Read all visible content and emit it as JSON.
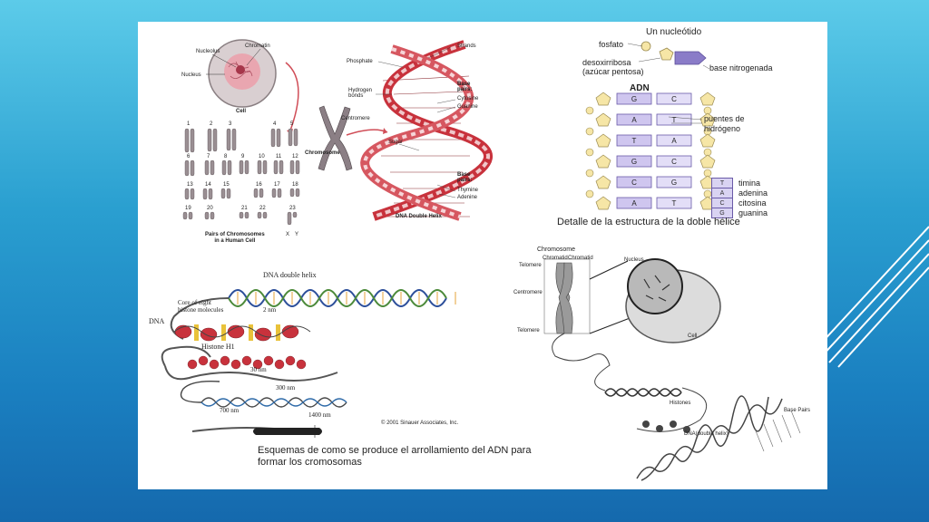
{
  "slide": {
    "panel1": {
      "labels": {
        "nucleolus": "Nucleolus",
        "chromatin": "Chromatin",
        "nucleus": "Nucleus",
        "cell": "Cell",
        "chromosome": "Chromosome",
        "centromere": "Centromere",
        "pairs_title": "Pairs of Chromosomes\nin a Human Cell",
        "pair_numbers": [
          "1",
          "2",
          "3",
          "4",
          "5",
          "6",
          "7",
          "8",
          "9",
          "10",
          "11",
          "12",
          "13",
          "14",
          "15",
          "16",
          "17",
          "18",
          "19",
          "20",
          "21",
          "22",
          "23"
        ],
        "x": "X",
        "y": "Y",
        "phosphate": "Phosphate",
        "strands": "Strands",
        "hydrogen_bonds": "Hydrogen\nbonds",
        "base_pairs": "Base\npairs:",
        "cytosine": "Cytosine",
        "guanine": "Guanine",
        "sugar": "Sugar",
        "base_pairs2": "Base\npairs:",
        "thymine": "Thymine",
        "adenine": "Adenine",
        "dna_double_helix": "DNA Double Helix"
      }
    },
    "panel2": {
      "title": "Un nucleótido",
      "fosfato": "fosfato",
      "desoxirribosa": "desoxirribosa\n(azúcar pentosa)",
      "base_nitrogenada": "base nitrogenada",
      "adn": "ADN",
      "puentes": "puentes de\nhidrógeno",
      "pairs": [
        [
          "G",
          "C"
        ],
        [
          "A",
          "T"
        ],
        [
          "T",
          "A"
        ],
        [
          "G",
          "C"
        ],
        [
          "C",
          "G"
        ],
        [
          "A",
          "T"
        ]
      ],
      "legend": [
        {
          "code": "T",
          "label": "timina"
        },
        {
          "code": "A",
          "label": "adenina"
        },
        {
          "code": "C",
          "label": "citosina"
        },
        {
          "code": "G",
          "label": "guanina"
        }
      ],
      "caption": "Detalle de la estructura de la doble hélice"
    },
    "panel3": {
      "dna_double_helix": "DNA double helix",
      "core": "Core of eight\nhistone molecules",
      "dna": "DNA",
      "nm2": "2 nm",
      "histone_h1": "Histone H1",
      "nm30": "30 nm",
      "nm300": "300 nm",
      "nm700": "700 nm",
      "nm1400": "1400 nm",
      "copyright": "© 2001 Sinauer Associates, Inc.",
      "caption": "Esquemas de como se produce el arrollamiento del ADN para\nformar los cromosomas"
    },
    "panel4": {
      "chromosome": "Chromosome",
      "chromatid": "Chromatid",
      "telomere": "Telomere",
      "centromere": "Centromere",
      "nucleus": "Nucleus",
      "cell": "Cell",
      "histones": "Histones",
      "base_pairs": "Base Pairs",
      "dna_helix": "DNA(double helix)"
    },
    "colors": {
      "background_top": "#5ccbe9",
      "background_bottom": "#1569ad",
      "helix_red": "#c8323c",
      "helix_pink": "#eec6c8",
      "adn_purple": "#8a7cc8",
      "pentagon_yellow": "#f6e6a6"
    }
  }
}
